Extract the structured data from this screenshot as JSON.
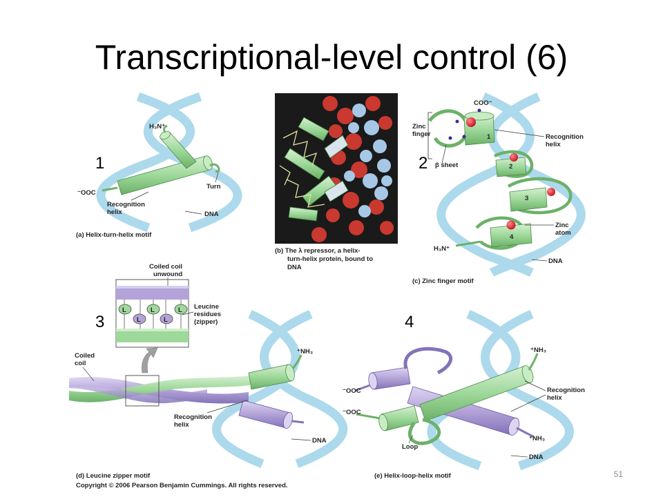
{
  "slide": {
    "title": "Transcriptional-level control (6)",
    "page_number": "51"
  },
  "markers": [
    "1",
    "2",
    "3",
    "4"
  ],
  "panel_a": {
    "h3n": "H₃N⁺",
    "ooc": "⁻OOC",
    "turn": "Turn",
    "recognition_1": "Recognition",
    "recognition_2": "helix",
    "dna": "DNA",
    "caption": "(a) Helix-turn-helix motif"
  },
  "panel_b": {
    "caption_1": "(b) The λ repressor, a helix-",
    "caption_2": "turn-helix protein, bound to",
    "caption_3": "DNA"
  },
  "panel_c": {
    "coo": "COO⁻",
    "zinc_finger_1": "Zinc",
    "zinc_finger_2": "finger",
    "beta_sheet": "β sheet",
    "recognition_1": "Recognition",
    "recognition_2": "helix",
    "zinc_atom_1": "Zinc",
    "zinc_atom_2": "atom",
    "h3n": "H₃N⁺",
    "dna": "DNA",
    "n1": "1",
    "n2": "2",
    "n3": "3",
    "n4": "4",
    "caption": "(c) Zinc finger motif"
  },
  "panel_d": {
    "coiled_unwound_1": "Coiled coil",
    "coiled_unwound_2": "unwound",
    "leucine_1": "Leucine",
    "leucine_2": "residues",
    "leucine_3": "(zipper)",
    "coiled_1": "Coiled",
    "coiled_2": "coil",
    "nh3": "⁺NH₃",
    "recognition_1": "Recognition",
    "recognition_2": "helix",
    "dna": "DNA",
    "leucine_letter": "L",
    "caption": "(d) Leucine zipper motif"
  },
  "panel_e": {
    "nh3_top": "⁺NH₃",
    "nh3_bottom": "⁺NH₃",
    "ooc_1": "⁻OOC",
    "ooc_2": "⁻OOC",
    "loop": "Loop",
    "recognition_1": "Recognition",
    "recognition_2": "helix",
    "dna": "DNA",
    "caption": "(e) Helix-loop-helix motif"
  },
  "copyright": "Copyright © 2006 Pearson Benjamin Cummings. All rights reserved.",
  "colors": {
    "dna": "#a8d8ec",
    "green_helix": "#9ed89a",
    "purple_helix": "#b3a3d8",
    "zinc_atom": "#e0243a",
    "photo_bg": "#1a1a1a"
  }
}
